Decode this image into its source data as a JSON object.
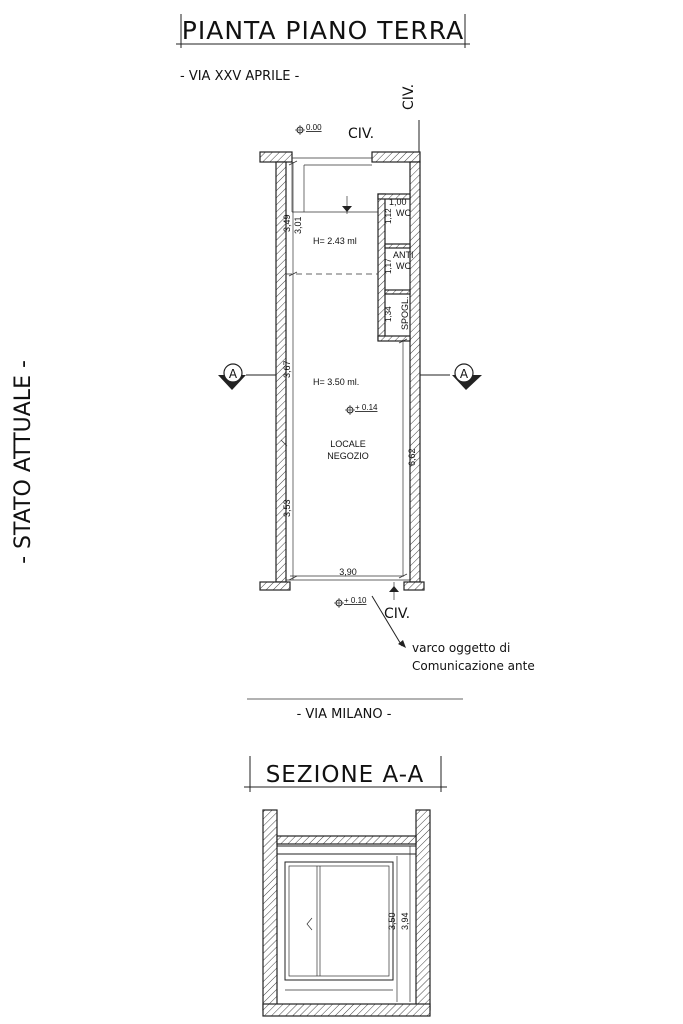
{
  "plan": {
    "title": "PIANTA PIANO TERRA",
    "street_top": "- VIA XXV APRILE -",
    "street_bottom": "- VIA MILANO -",
    "side_label": "- STATO ATTUALE -",
    "civ_labels": [
      "CIV.",
      "CIV.",
      "CIV."
    ],
    "levels": [
      "0.00",
      "+ 0.14",
      "+ 0.10"
    ],
    "heights": [
      "H= 2.43 ml",
      "H= 3.50 ml."
    ],
    "rooms": [
      "1,00",
      "WC",
      "ANTI",
      "WC",
      "SPOGL.",
      "LOCALE",
      "NEGOZIO"
    ],
    "dimensions": [
      "3,49",
      "3,01",
      "3,67",
      "3,53",
      "6,62",
      "3,90",
      "1,12",
      "1,17",
      "1,34"
    ],
    "section_marker": "A",
    "note_line1": "varco oggetto di",
    "note_line2": "Comunicazione ante"
  },
  "section": {
    "title": "SEZIONE A-A",
    "dimensions": [
      "3,50",
      "3,94"
    ]
  }
}
